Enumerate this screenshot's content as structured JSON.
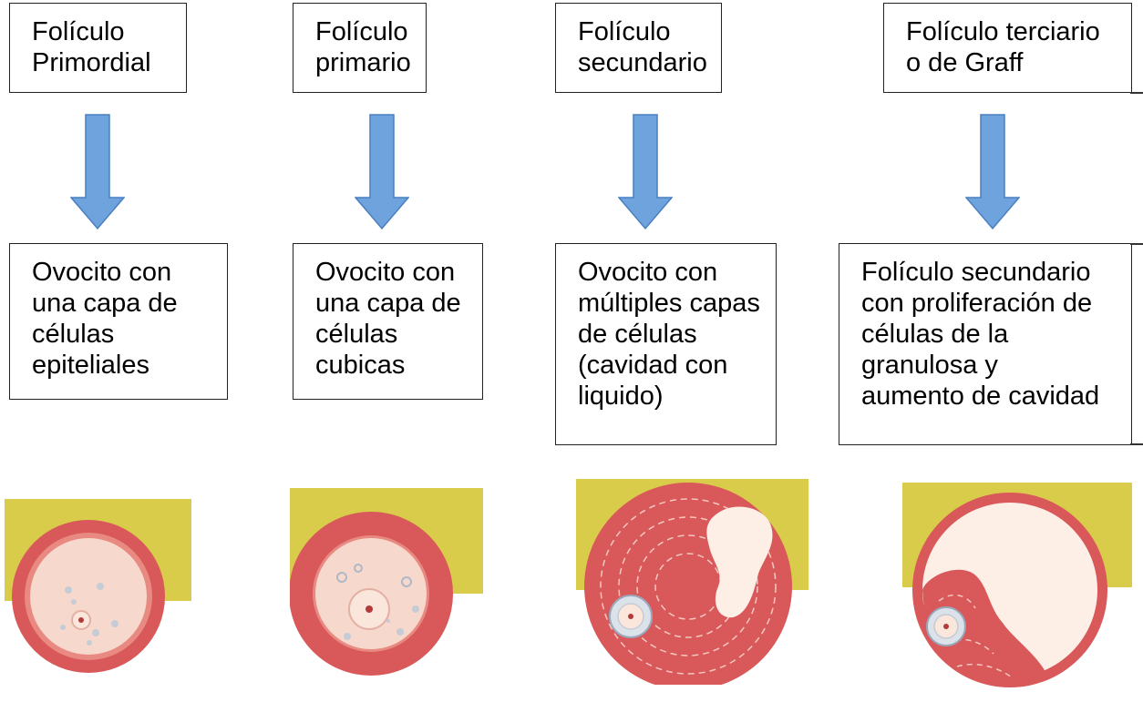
{
  "columns": [
    {
      "title_lines": [
        "Folículo",
        "Primordial"
      ],
      "desc_lines": [
        "Ovocito con",
        "una capa de",
        "células",
        "epiteliales"
      ],
      "illustration": "primordial-follicle"
    },
    {
      "title_lines": [
        "Folículo",
        "primario"
      ],
      "desc_lines": [
        "Ovocito con",
        "una capa de",
        "células",
        "cubicas"
      ],
      "illustration": "primary-follicle"
    },
    {
      "title_lines": [
        "Folículo",
        "secundario"
      ],
      "desc_lines": [
        "Ovocito con",
        "múltiples capas",
        "de células",
        "(cavidad con",
        "liquido)"
      ],
      "illustration": "secondary-follicle"
    },
    {
      "title_lines": [
        "Folículo terciario",
        "o de Graff"
      ],
      "desc_lines": [
        "Folículo secundario",
        "con proliferación de",
        "células de la",
        "granulosa y",
        "aumento de cavidad"
      ],
      "illustration": "graafian-follicle"
    }
  ],
  "colors": {
    "arrow_fill": "#6ea3dd",
    "arrow_stroke": "#4a7fc0",
    "backdrop": "#d8cc4a",
    "follicle_tissue": "#d9585a",
    "cytoplasm": "#f6d8cc",
    "antrum": "#fdeee6"
  }
}
